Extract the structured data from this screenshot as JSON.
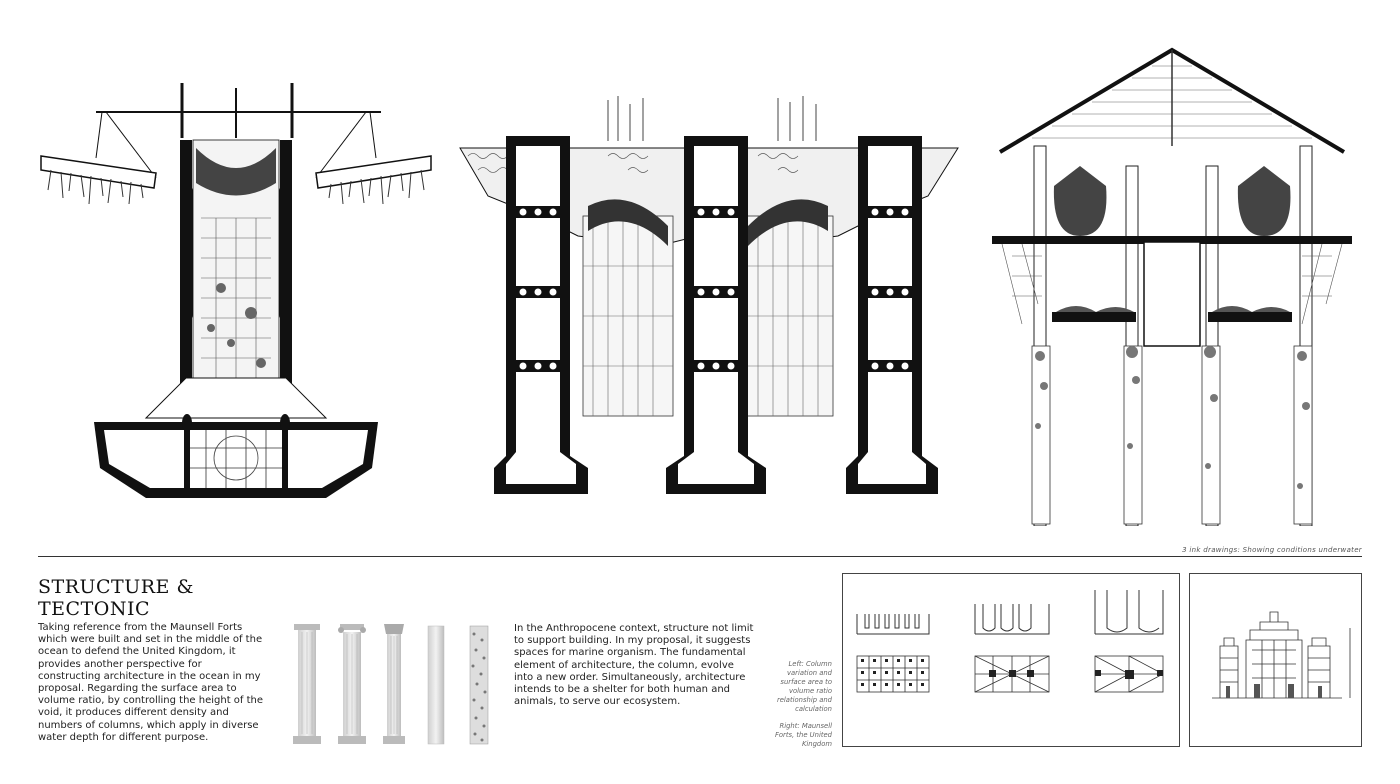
{
  "section": {
    "title_line1": "STRUCTURE &",
    "title_line2": "TECTONIC"
  },
  "caption": "3 ink drawings: Showing conditions underwater",
  "body_left": "Taking reference from the Maunsell Forts which were built and set in the middle of the ocean to defend the United Kingdom, it provides another perspective for constructing architecture in the ocean in my proposal. Regarding the surface area to volume ratio, by controlling the height of the void, it produces different density and numbers of columns, which apply in diverse water depth for different purpose.",
  "body_mid": "In the Anthropocene context, structure not limit to support building. In my proposal, it suggests spaces for marine organism. The fundamental element of architecture, the column, evolve into a new order. Simultaneously, architecture intends to be a shelter for both human and animals, to serve our ecosystem.",
  "side_note": {
    "left": "Left: Column variation and surface area to volume ratio relationship and calculation",
    "right": "Right: Maunsell Forts, the United Kingdom"
  },
  "column_types": [
    "Doric",
    "Ionic",
    "Corinthian",
    "Plain",
    "Textured"
  ],
  "colors": {
    "ink": "#111111",
    "rule": "#333333",
    "paper": "#ffffff"
  }
}
